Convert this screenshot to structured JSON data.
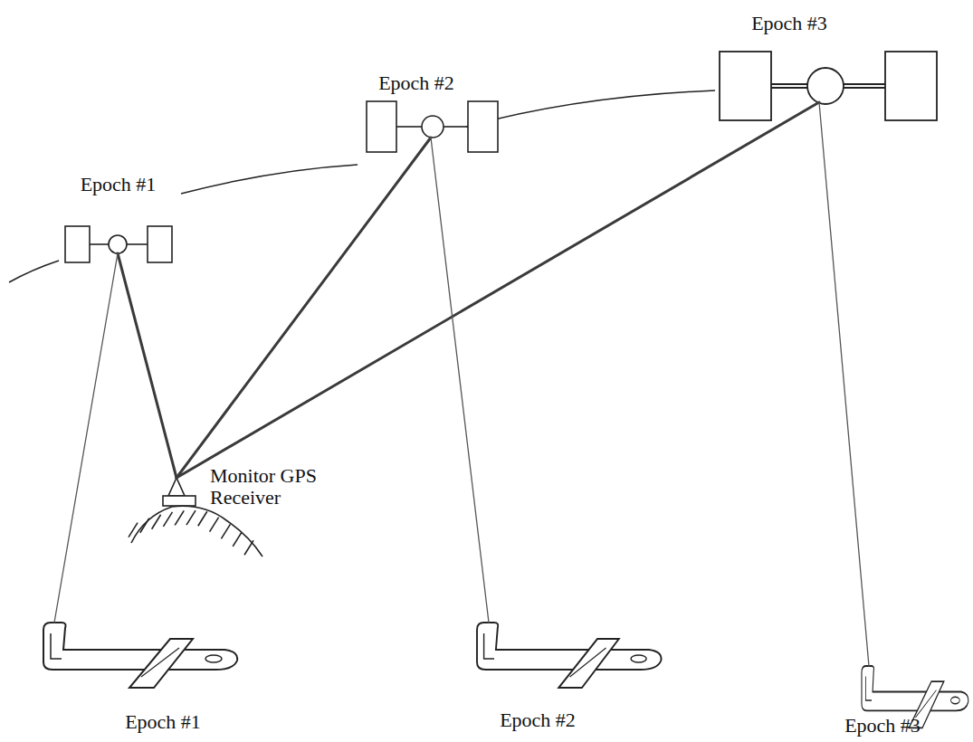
{
  "diagram": {
    "nodes": [
      {
        "text": [
          "Epoch #1"
        ]
      },
      {
        "text": [
          "Epoch #2"
        ]
      },
      {
        "text": [
          "Epoch #3"
        ]
      },
      {
        "text": [
          "Monitor GPS Receiver"
        ]
      },
      {
        "text": [
          "Epoch #1"
        ]
      },
      {
        "text": [
          "Epoch #2"
        ]
      },
      {
        "text": [
          "Epoch #3"
        ]
      }
    ],
    "edges": [
      {
        "from": 0,
        "to": 3,
        "arrow": "none"
      },
      {
        "from": 1,
        "to": 3,
        "arrow": "none"
      },
      {
        "from": 2,
        "to": 3,
        "arrow": "none"
      },
      {
        "from": 0,
        "to": 4,
        "arrow": "none"
      },
      {
        "from": 1,
        "to": 5,
        "arrow": "none"
      },
      {
        "from": 2,
        "to": 6,
        "arrow": "none"
      }
    ]
  }
}
